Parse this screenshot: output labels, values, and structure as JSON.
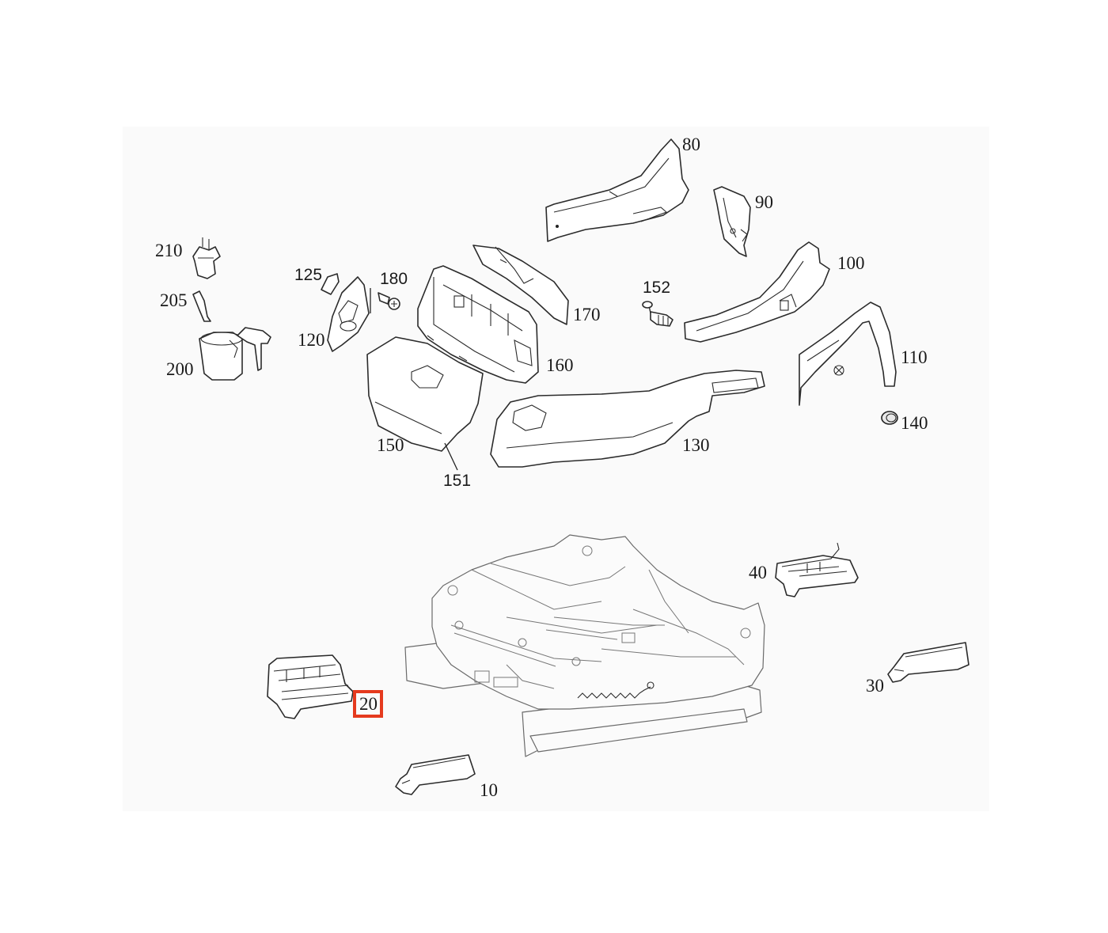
{
  "diagram": {
    "callouts": {
      "p80": "80",
      "p90": "90",
      "p100": "100",
      "p110": "110",
      "p120": "120",
      "p125": "125",
      "p130": "130",
      "p140": "140",
      "p150": "150",
      "p151": "151",
      "p152": "152",
      "p160": "160",
      "p170": "170",
      "p180": "180",
      "p200": "200",
      "p205": "205",
      "p210": "210",
      "p10": "10",
      "p20": "20",
      "p30": "30",
      "p40": "40"
    },
    "highlighted_callout": "20",
    "highlight_color": "#e53a1e",
    "background_panel_color": "#fafafa"
  }
}
